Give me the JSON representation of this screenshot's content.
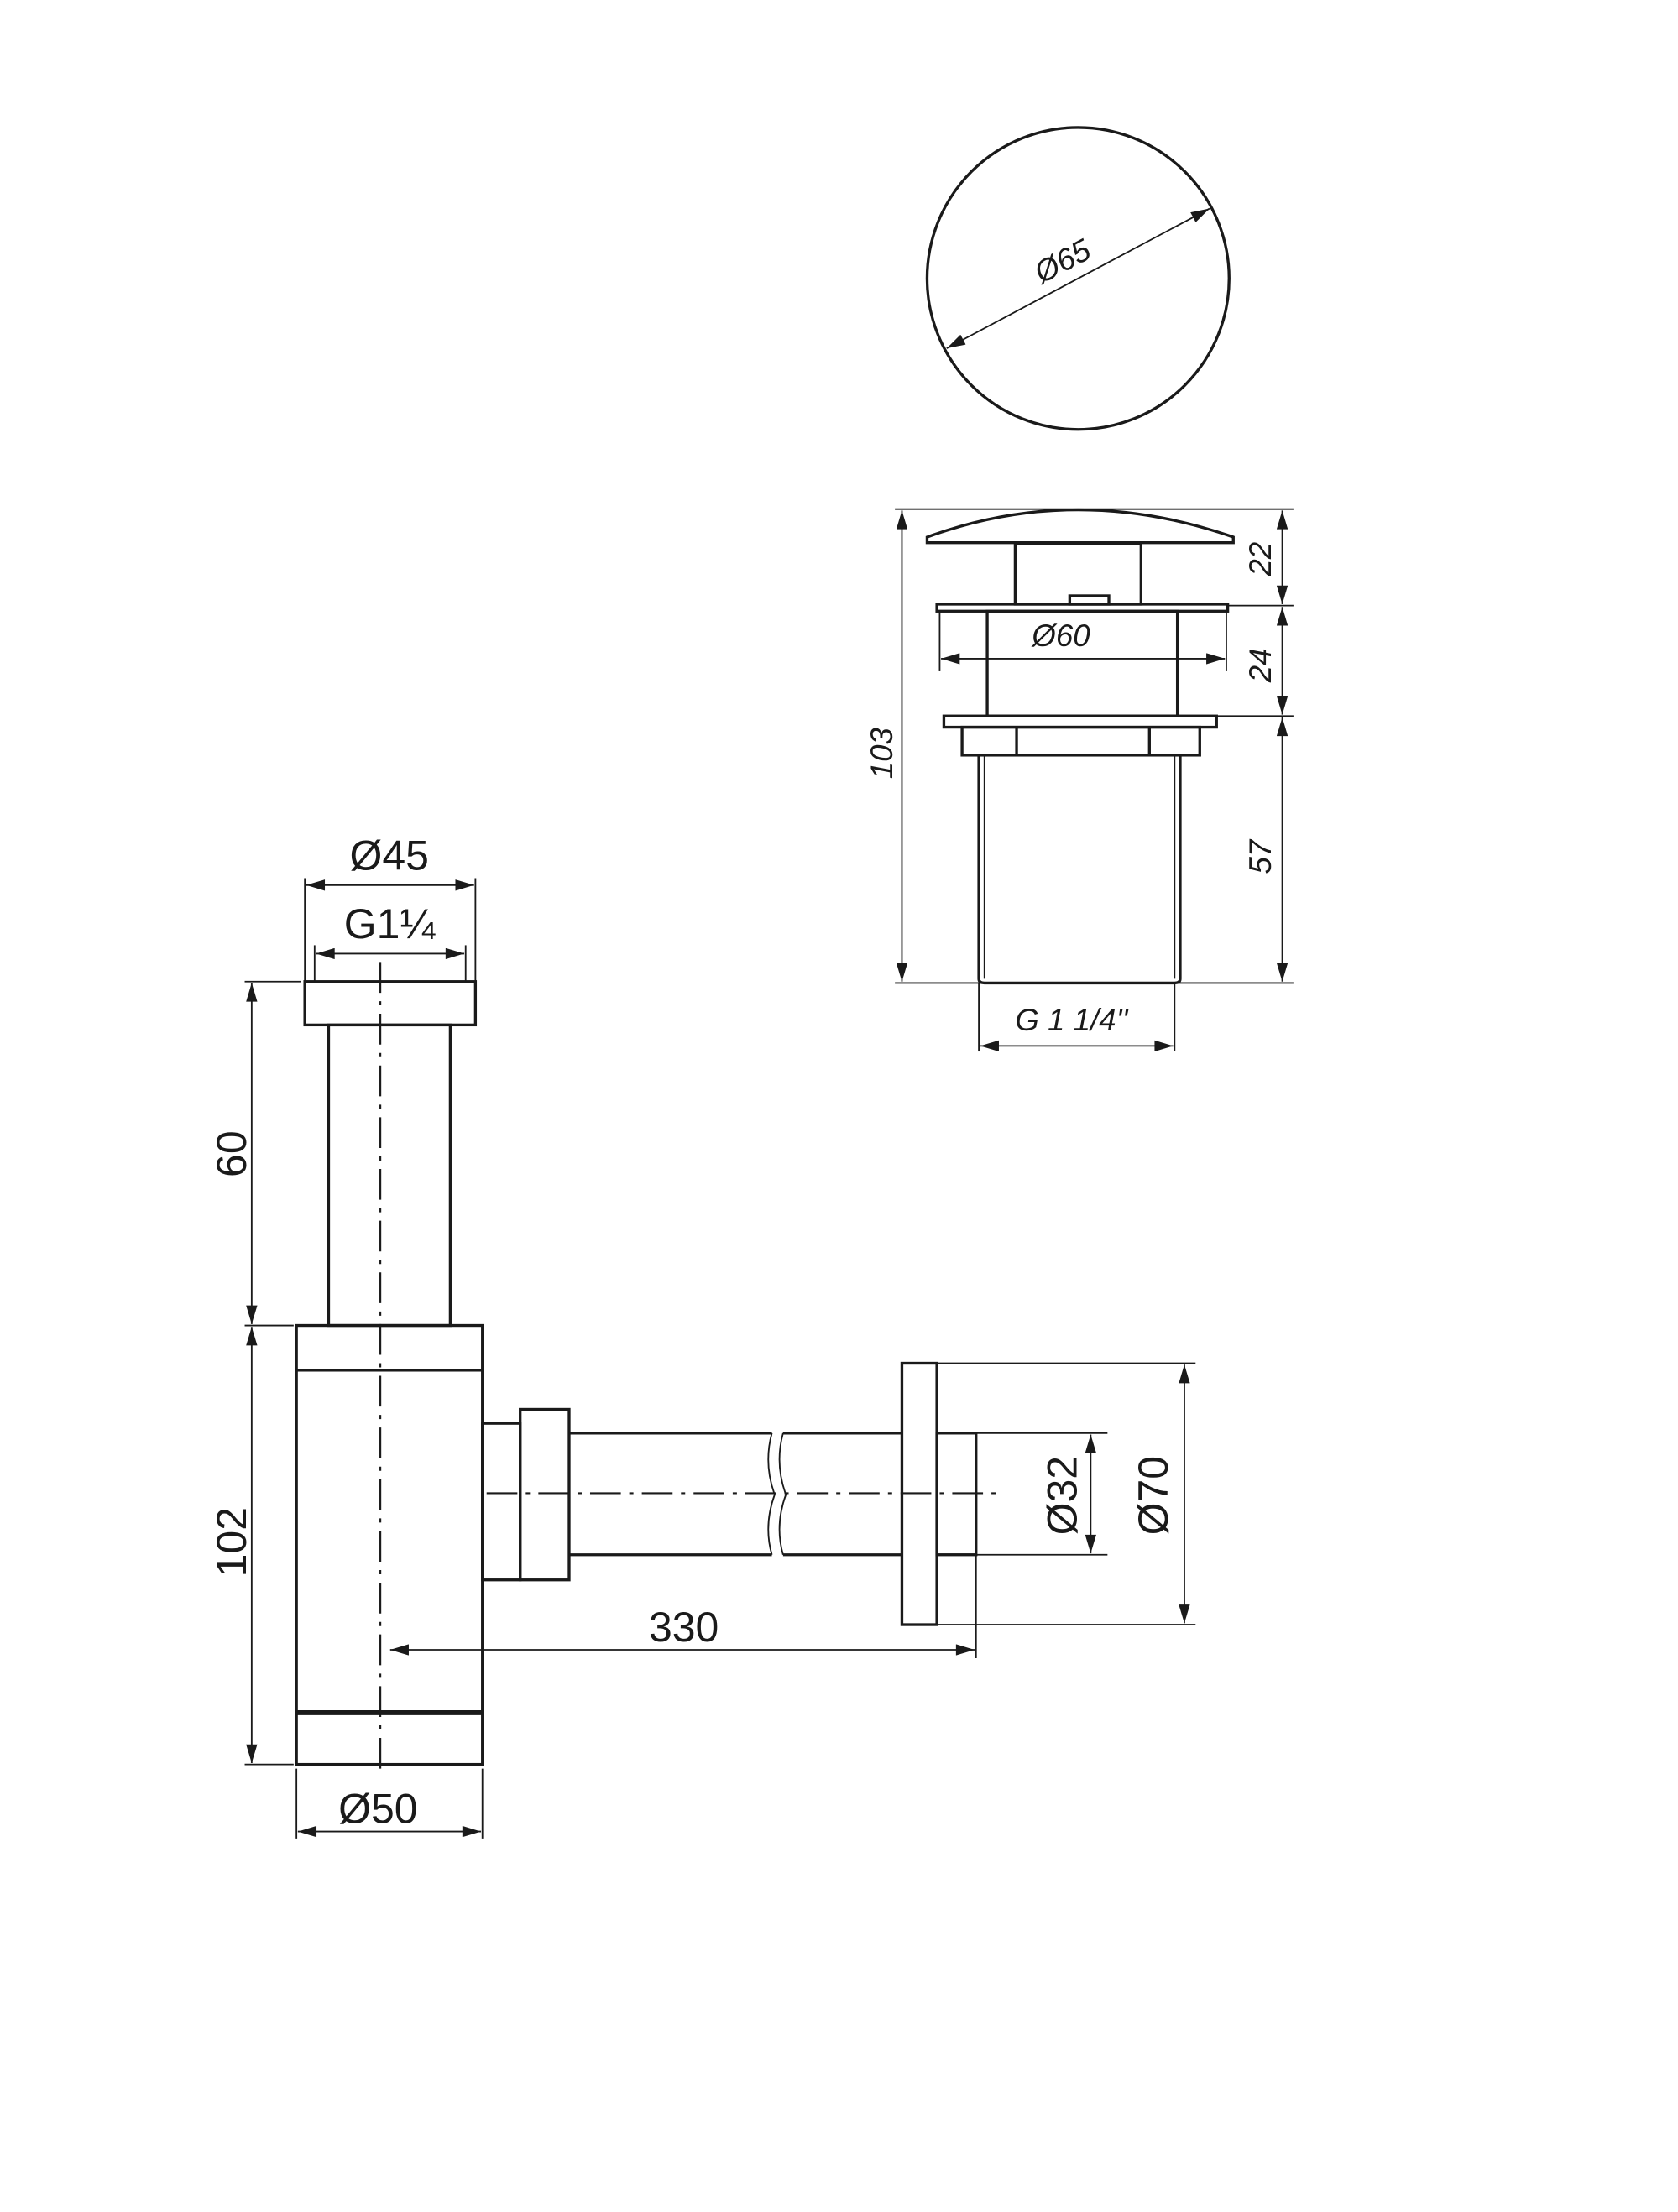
{
  "top_view": {
    "diameter_label": "Ø65"
  },
  "drain_side_view": {
    "total_height_label": "103",
    "cap_height_label": "22",
    "body_height_label": "24",
    "tail_height_label": "57",
    "body_diameter_label": "Ø60",
    "thread_label": "G 1 1/4''"
  },
  "bottle_trap": {
    "top_diameter_label": "Ø45",
    "thread_label": "G1¼",
    "inlet_height_label": "60",
    "body_height_label": "102",
    "body_diameter_label": "Ø50",
    "outlet_length_label": "330",
    "outlet_pipe_diameter_label": "Ø32",
    "wall_flange_diameter_label": "Ø70"
  },
  "colors": {
    "line": "#1a1a1a",
    "background": "#ffffff"
  }
}
